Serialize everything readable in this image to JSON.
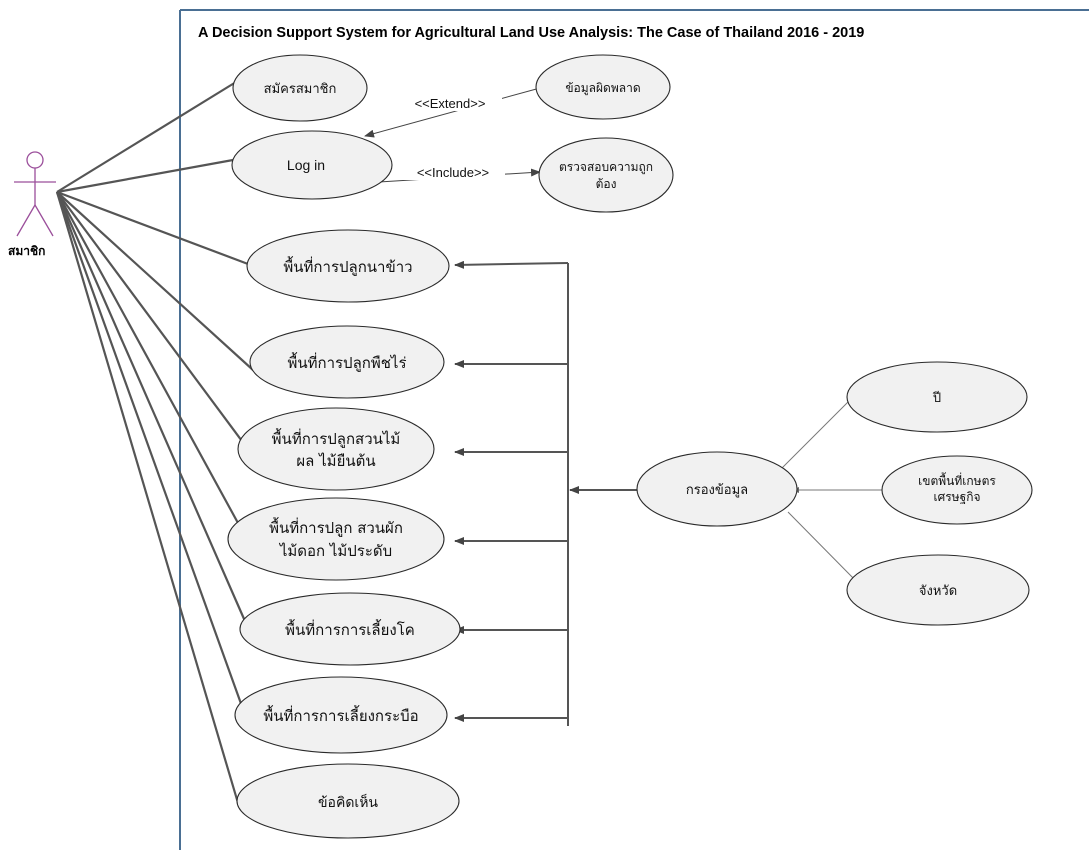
{
  "title": "A Decision Support System for Agricultural Land Use Analysis: The Case of Thailand 2016 - 2019",
  "actor": {
    "label": "สมาชิก"
  },
  "use_cases": {
    "register": "สมัครสมาชิก",
    "error": "ข้อมูลผิดพลาด",
    "login": "Log in",
    "verify": [
      "ตรวจสอบความถูก",
      "ต้อง"
    ],
    "rice": "พื้นที่การปลูกนาข้าว",
    "field_crops": "พื้นที่การปลูกพืชไร่",
    "orchard": [
      "พื้นที่การปลูกสวนไม้",
      "ผล ไม้ยืนต้น"
    ],
    "vegetables": [
      "พื้นที่การปลูก สวนผัก",
      "ไม้ดอก ไม้ประดับ"
    ],
    "cattle": "พื้นที่การการเลี้ยงโค",
    "buffalo": "พื้นที่การการเลี้ยงกระบือ",
    "comment": "ข้อคิดเห็น",
    "filter": "กรองข้อมูล",
    "year": "ปี",
    "zone": [
      "เขตพื้นที่เกษตร",
      "เศรษฐกิจ"
    ],
    "province": "จังหวัด"
  },
  "relations": {
    "extend": "<<Extend>>",
    "include": "<<Include>>"
  },
  "colors": {
    "ellipse_fill": "#f1f1f1",
    "boundary": "#4a6f93",
    "actor": "#9b4f9b"
  }
}
